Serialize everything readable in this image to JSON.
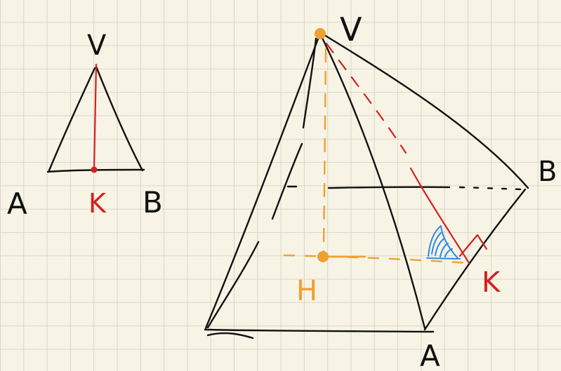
{
  "small_triangle": {
    "apex_label": "V",
    "left_label": "A",
    "right_label": "B",
    "foot_label": "K"
  },
  "pyramid": {
    "apex_label": "V",
    "corner_b_label": "B",
    "corner_a_label": "A",
    "foot_label": "K",
    "center_label": "H"
  },
  "colors": {
    "ink": "#111111",
    "red": "#d42020",
    "orange": "#f0a030",
    "blue": "#2a8ae8",
    "paper": "#f7f4e6",
    "grid": "#d9d6c6"
  }
}
